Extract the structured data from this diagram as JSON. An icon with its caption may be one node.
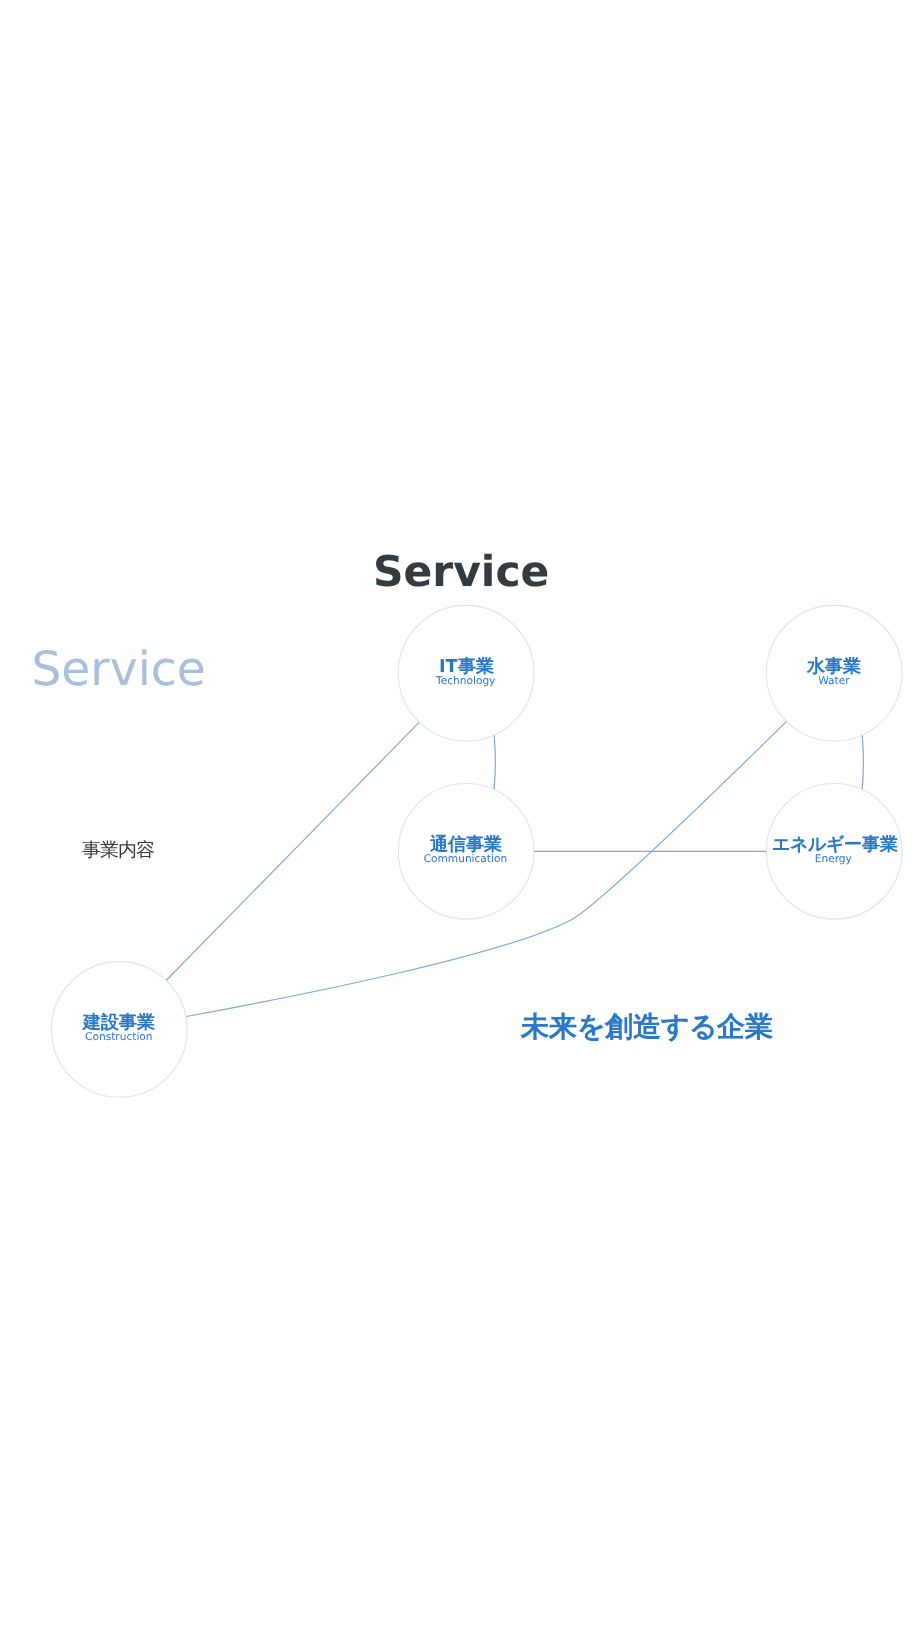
{
  "diagram": {
    "title": "Service",
    "nodes": [
      {
        "text": [
          "建設事業",
          "Construction"
        ]
      },
      {
        "text": [
          "水事業",
          "Water"
        ]
      },
      {
        "text": [
          "IT事業",
          "Technology"
        ]
      },
      {
        "text": [
          "エネルギー事業",
          "Energy"
        ]
      },
      {
        "text": [
          "通信事業",
          "Communication"
        ]
      }
    ],
    "edges": [
      {
        "from": 0,
        "to": 2,
        "arrow": "none"
      },
      {
        "from": 2,
        "to": 4,
        "arrow": "none"
      },
      {
        "from": 4,
        "to": 3,
        "arrow": "none"
      },
      {
        "from": 3,
        "to": 1,
        "arrow": "none"
      },
      {
        "from": 1,
        "to": 0,
        "arrow": "none"
      }
    ],
    "labels": [
      "Service",
      "事業内容",
      "未来を創造する企業"
    ]
  }
}
